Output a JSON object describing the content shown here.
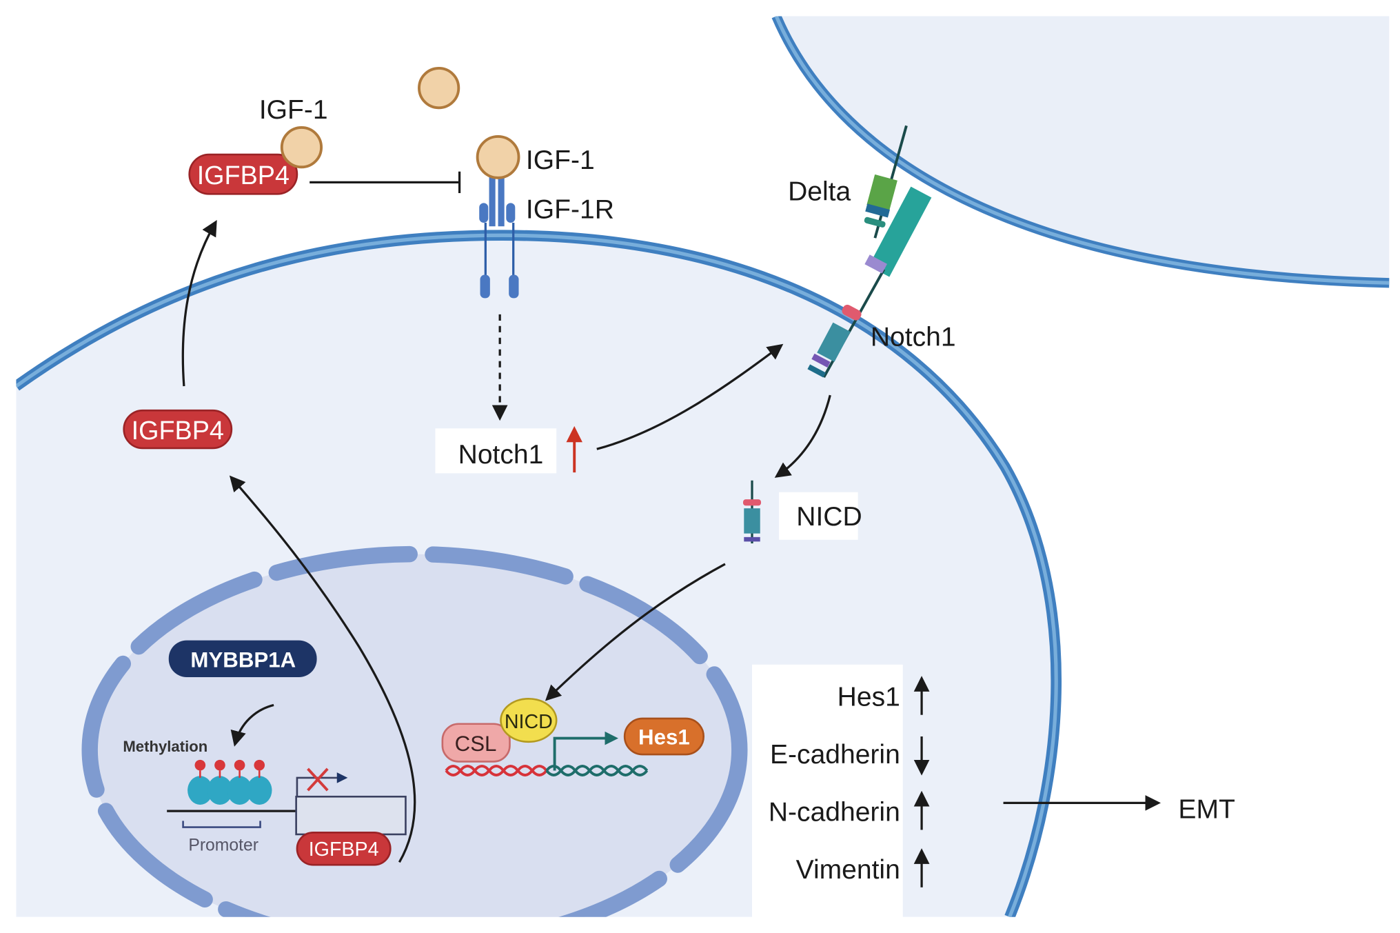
{
  "title": "MYBBP1A / IGFBP4 / IGF-1 / Notch1 signaling and EMT",
  "colors": {
    "membrane": "#3f7fc0",
    "membrane_inner": "#78aedb",
    "cytoplasm": "#ebf0f9",
    "neighbor_cell": "#eaeff8",
    "nucleus": "#d9dff0",
    "nuclear_envelope": "#7f9bd0",
    "igfbp4": "#c9373a",
    "igf1": "#f1d2a8",
    "igf1_outline": "#b07a3c",
    "receptor": "#4a78c2",
    "mybbp1a": "#1d3466",
    "csl": "#efa8a8",
    "nicd_blob": "#f2de4e",
    "hes1": "#d8702b",
    "up_arrow_red": "#cc3322",
    "dna_red": "#d7333a",
    "dna_teal": "#1e6d6a"
  },
  "extracellular": {
    "igf1_free_label": "IGF-1",
    "igfbp4_label": "IGFBP4",
    "igf1_receptor_ligand_label": "IGF-1",
    "igf1r_label": "IGF-1R",
    "delta_label": "Delta",
    "notch1_membrane_label": "Notch1"
  },
  "cytoplasm": {
    "igfbp4_label": "IGFBP4",
    "notch1_label": "Notch1",
    "notch1_change": "up",
    "nicd_label": "NICD"
  },
  "nucleus": {
    "mybbp1a_label": "MYBBP1A",
    "methylation_label": "Methylation",
    "promoter_label": "Promoter",
    "gene_label": "IGFBP4",
    "csl_label": "CSL",
    "nicd_label": "NICD",
    "hes1_label": "Hes1"
  },
  "markers": [
    {
      "label": "Hes1",
      "change": "up"
    },
    {
      "label": "E-cadherin",
      "change": "down"
    },
    {
      "label": "N-cadherin",
      "change": "up"
    },
    {
      "label": "Vimentin",
      "change": "up"
    }
  ],
  "outcome": {
    "label": "EMT"
  }
}
